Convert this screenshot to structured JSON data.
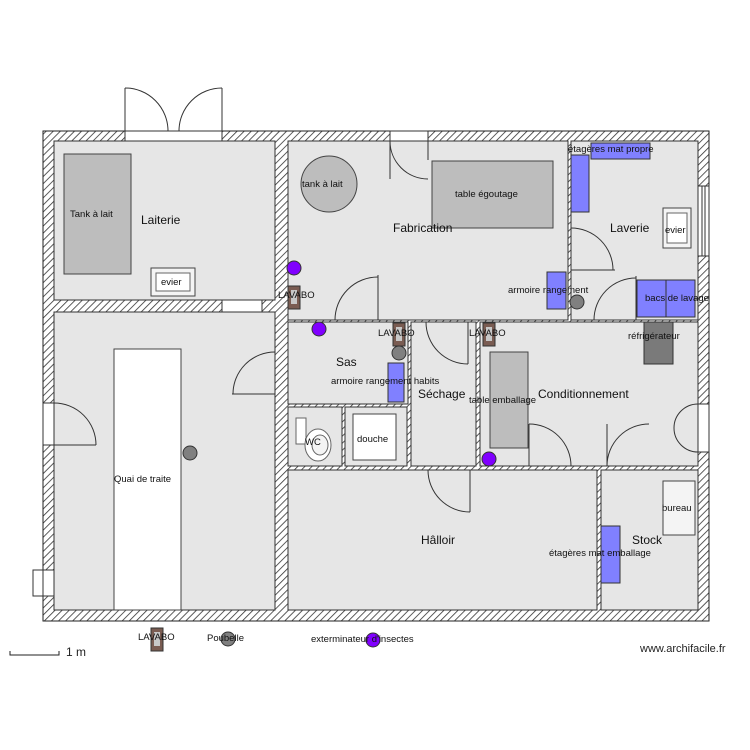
{
  "rooms": {
    "laiterie": "Laiterie",
    "fabrication": "Fabrication",
    "laverie": "Laverie",
    "sas": "Sas",
    "sechage": "Séchage",
    "conditionnement": "Conditionnement",
    "halloir": "Hâlloir",
    "stock": "Stock",
    "wc": "WC",
    "douche": "douche"
  },
  "furniture": {
    "tank_laiterie": "Tank à lait",
    "evier_laiterie": "evier",
    "tank_fabrication": "tank à lait",
    "table_egouttage": "table égoutage",
    "etageres_propre": "étagères mat propre",
    "evier_laverie": "evier",
    "armoire_rangement": "armoire rangement",
    "bacs_lavage": "bacs de lavage",
    "refrigerateur": "réfrigérateur",
    "lavabo_fab": "LAVABO",
    "lavabo_sas": "LAVABO",
    "lavabo_cond": "LAVABO",
    "armoire_habits": "armoire rangement habits",
    "table_emballage": "table emballage",
    "quai_traite": "Quai de traite",
    "bureau": "bureau",
    "etageres_emballage": "étagères mat emballage"
  },
  "legend": {
    "lavabo": "LAVABO",
    "poubelle": "Poubelle",
    "exterminateur": "exterminateur d'insectes"
  },
  "scale": "1 m",
  "watermark": "www.archifacile.fr",
  "colors": {
    "floor": "#e6e6e6",
    "equipment": "#bdbdbd",
    "storage": "#8080ff",
    "insect": "#8000ff",
    "bin": "#808080",
    "lavabo": "#7a5c52"
  }
}
